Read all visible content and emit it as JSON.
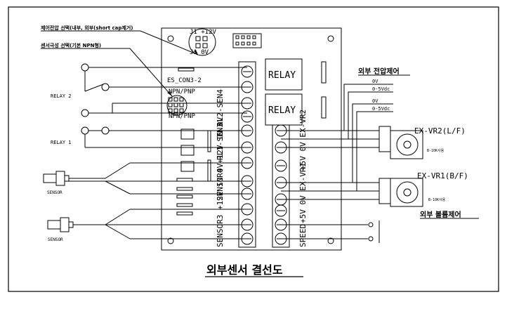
{
  "diagram": {
    "title": "외부센서 결선도",
    "note_jumper": "제어전압 선택(내부, 외부(short cap제거)",
    "note_polarity": "센서극성 선택(기본 NPN형)",
    "jumper_top": "J1 +12V",
    "jumper_bottom": "J1 0V",
    "relay_labels": [
      "RELAY",
      "RELAY"
    ],
    "es_con": "ES_CON3-2",
    "npn_pnp_1": "NPN/PNP",
    "npn_pnp_2": "NPN/PNP",
    "relay2_label": "RELAY 2",
    "relay1_label": "RELAY 1",
    "sensor_label_1": "SENSOR",
    "sensor_label_2": "SENSOR",
    "vert_rl2": "RL2-SEN4",
    "vert_rl1": "RL1-SEN3",
    "vert_sensor4": "SENSOR4 +12V IN 0V",
    "vert_sensor3": "SENSOR3 +12V IN 0V",
    "vert_exvr2": "+5V 0V EX-VR2",
    "vert_exvr1": "+5V 0V EX-VR1",
    "vert_speed": "SPEED",
    "ext_voltage_title": "외부 전압제어",
    "v_0v_1": "0V",
    "v_05_1": "0-5Vdc",
    "v_0v_2": "0V",
    "v_05_2": "0-5Vdc",
    "exvr2_label": "EX-VR2(L/F)",
    "exvr1_label": "EX-VR1(B/F)",
    "pot_small_1": "B-10K사용",
    "pot_small_2": "B-10K사용",
    "ext_volume_title": "외부 볼륨제어"
  }
}
